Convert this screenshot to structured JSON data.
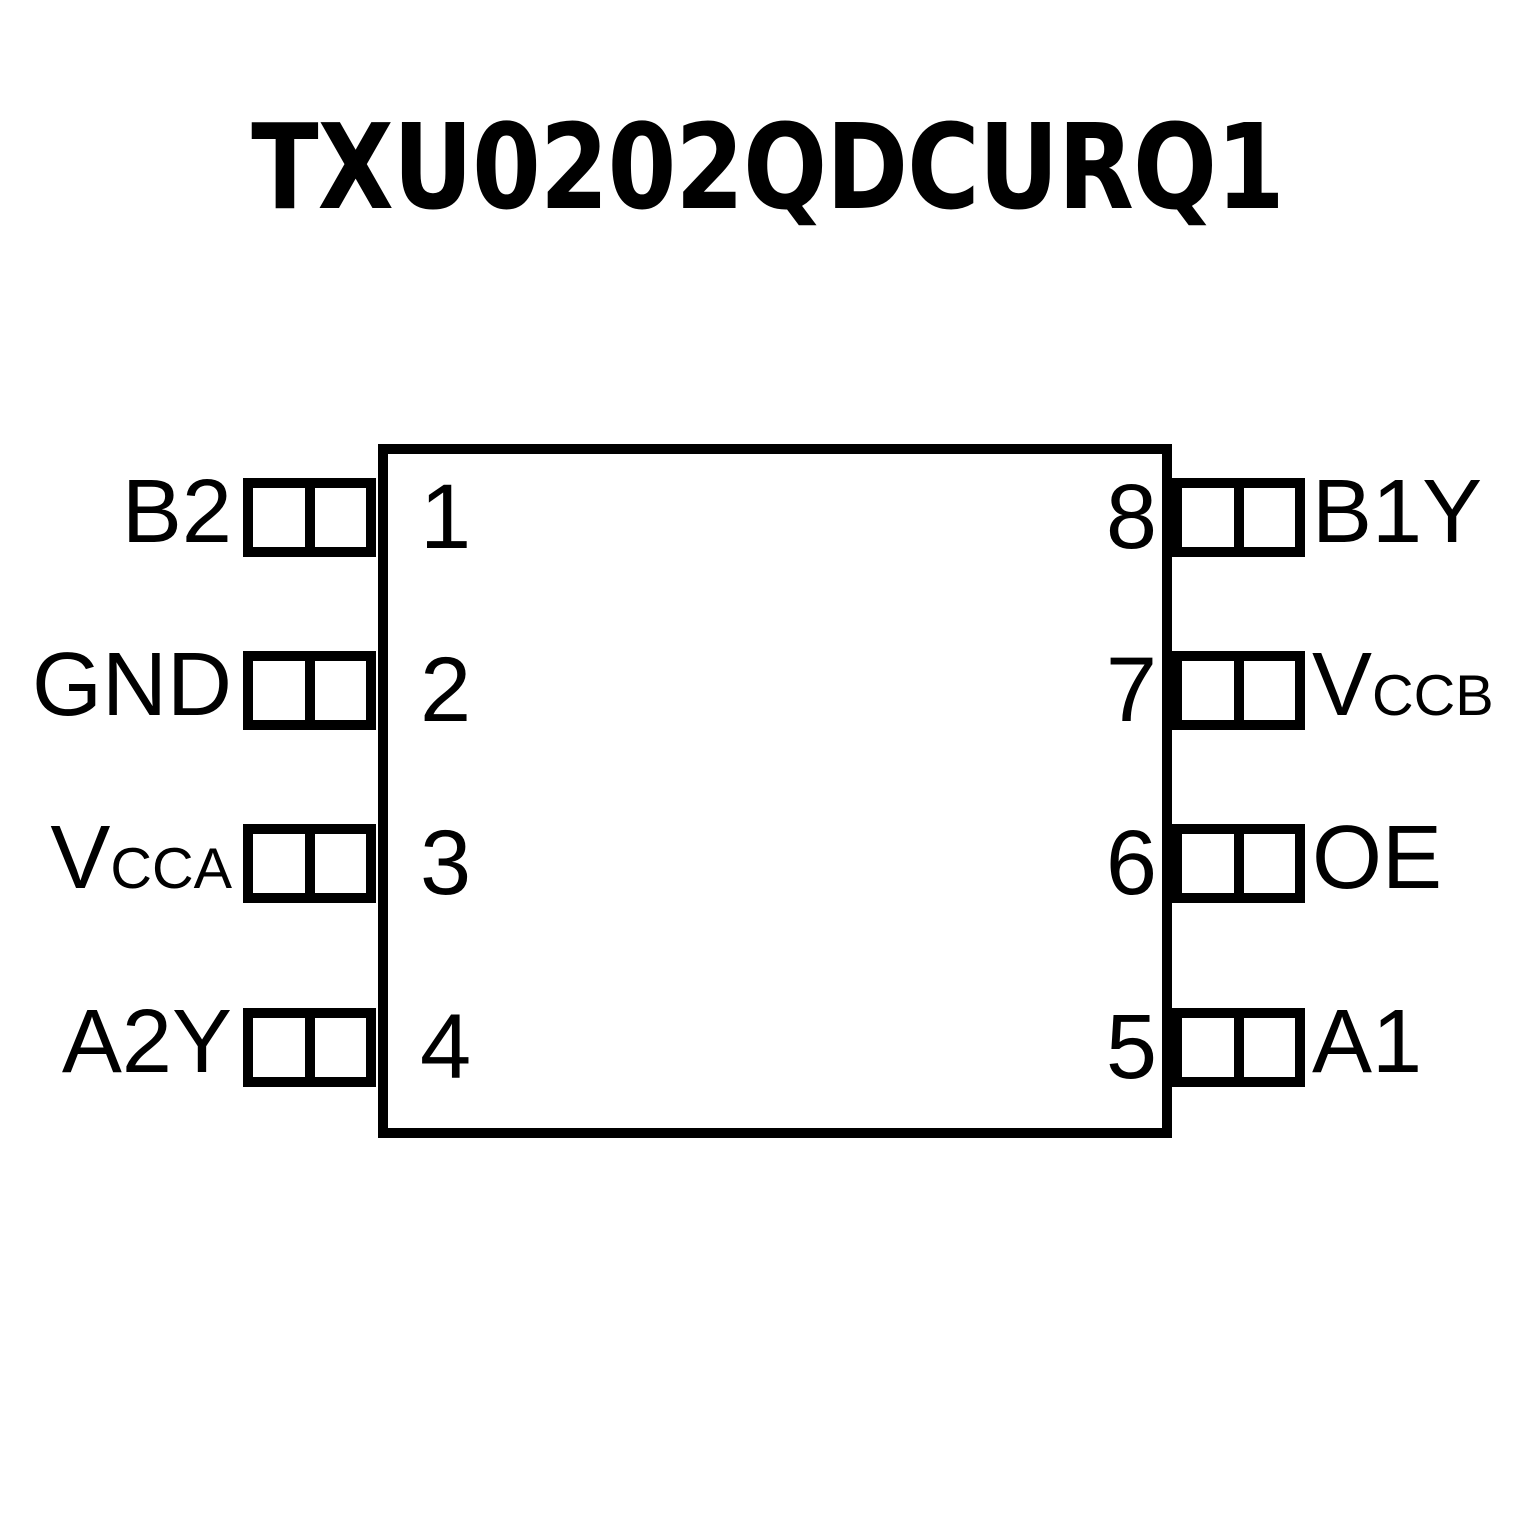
{
  "diagram": {
    "title": "TXU0202QDCURQ1",
    "package": "8-pin dual-row IC pinout",
    "colors": {
      "stroke": "#000000",
      "background": "#ffffff",
      "text": "#000000"
    },
    "pins": {
      "left": [
        {
          "number": "1",
          "label": "B2",
          "label_main": "B2",
          "label_sub": ""
        },
        {
          "number": "2",
          "label": "GND",
          "label_main": "GND",
          "label_sub": ""
        },
        {
          "number": "3",
          "label": "VCCA",
          "label_main": "V",
          "label_sub": "CCA"
        },
        {
          "number": "4",
          "label": "A2Y",
          "label_main": "A2Y",
          "label_sub": ""
        }
      ],
      "right": [
        {
          "number": "8",
          "label": "B1Y",
          "label_main": "B1Y",
          "label_sub": ""
        },
        {
          "number": "7",
          "label": "VCCB",
          "label_main": "V",
          "label_sub": "CCB"
        },
        {
          "number": "6",
          "label": "OE",
          "label_main": "OE",
          "label_sub": ""
        },
        {
          "number": "5",
          "label": "A1",
          "label_main": "A1",
          "label_sub": ""
        }
      ]
    }
  }
}
